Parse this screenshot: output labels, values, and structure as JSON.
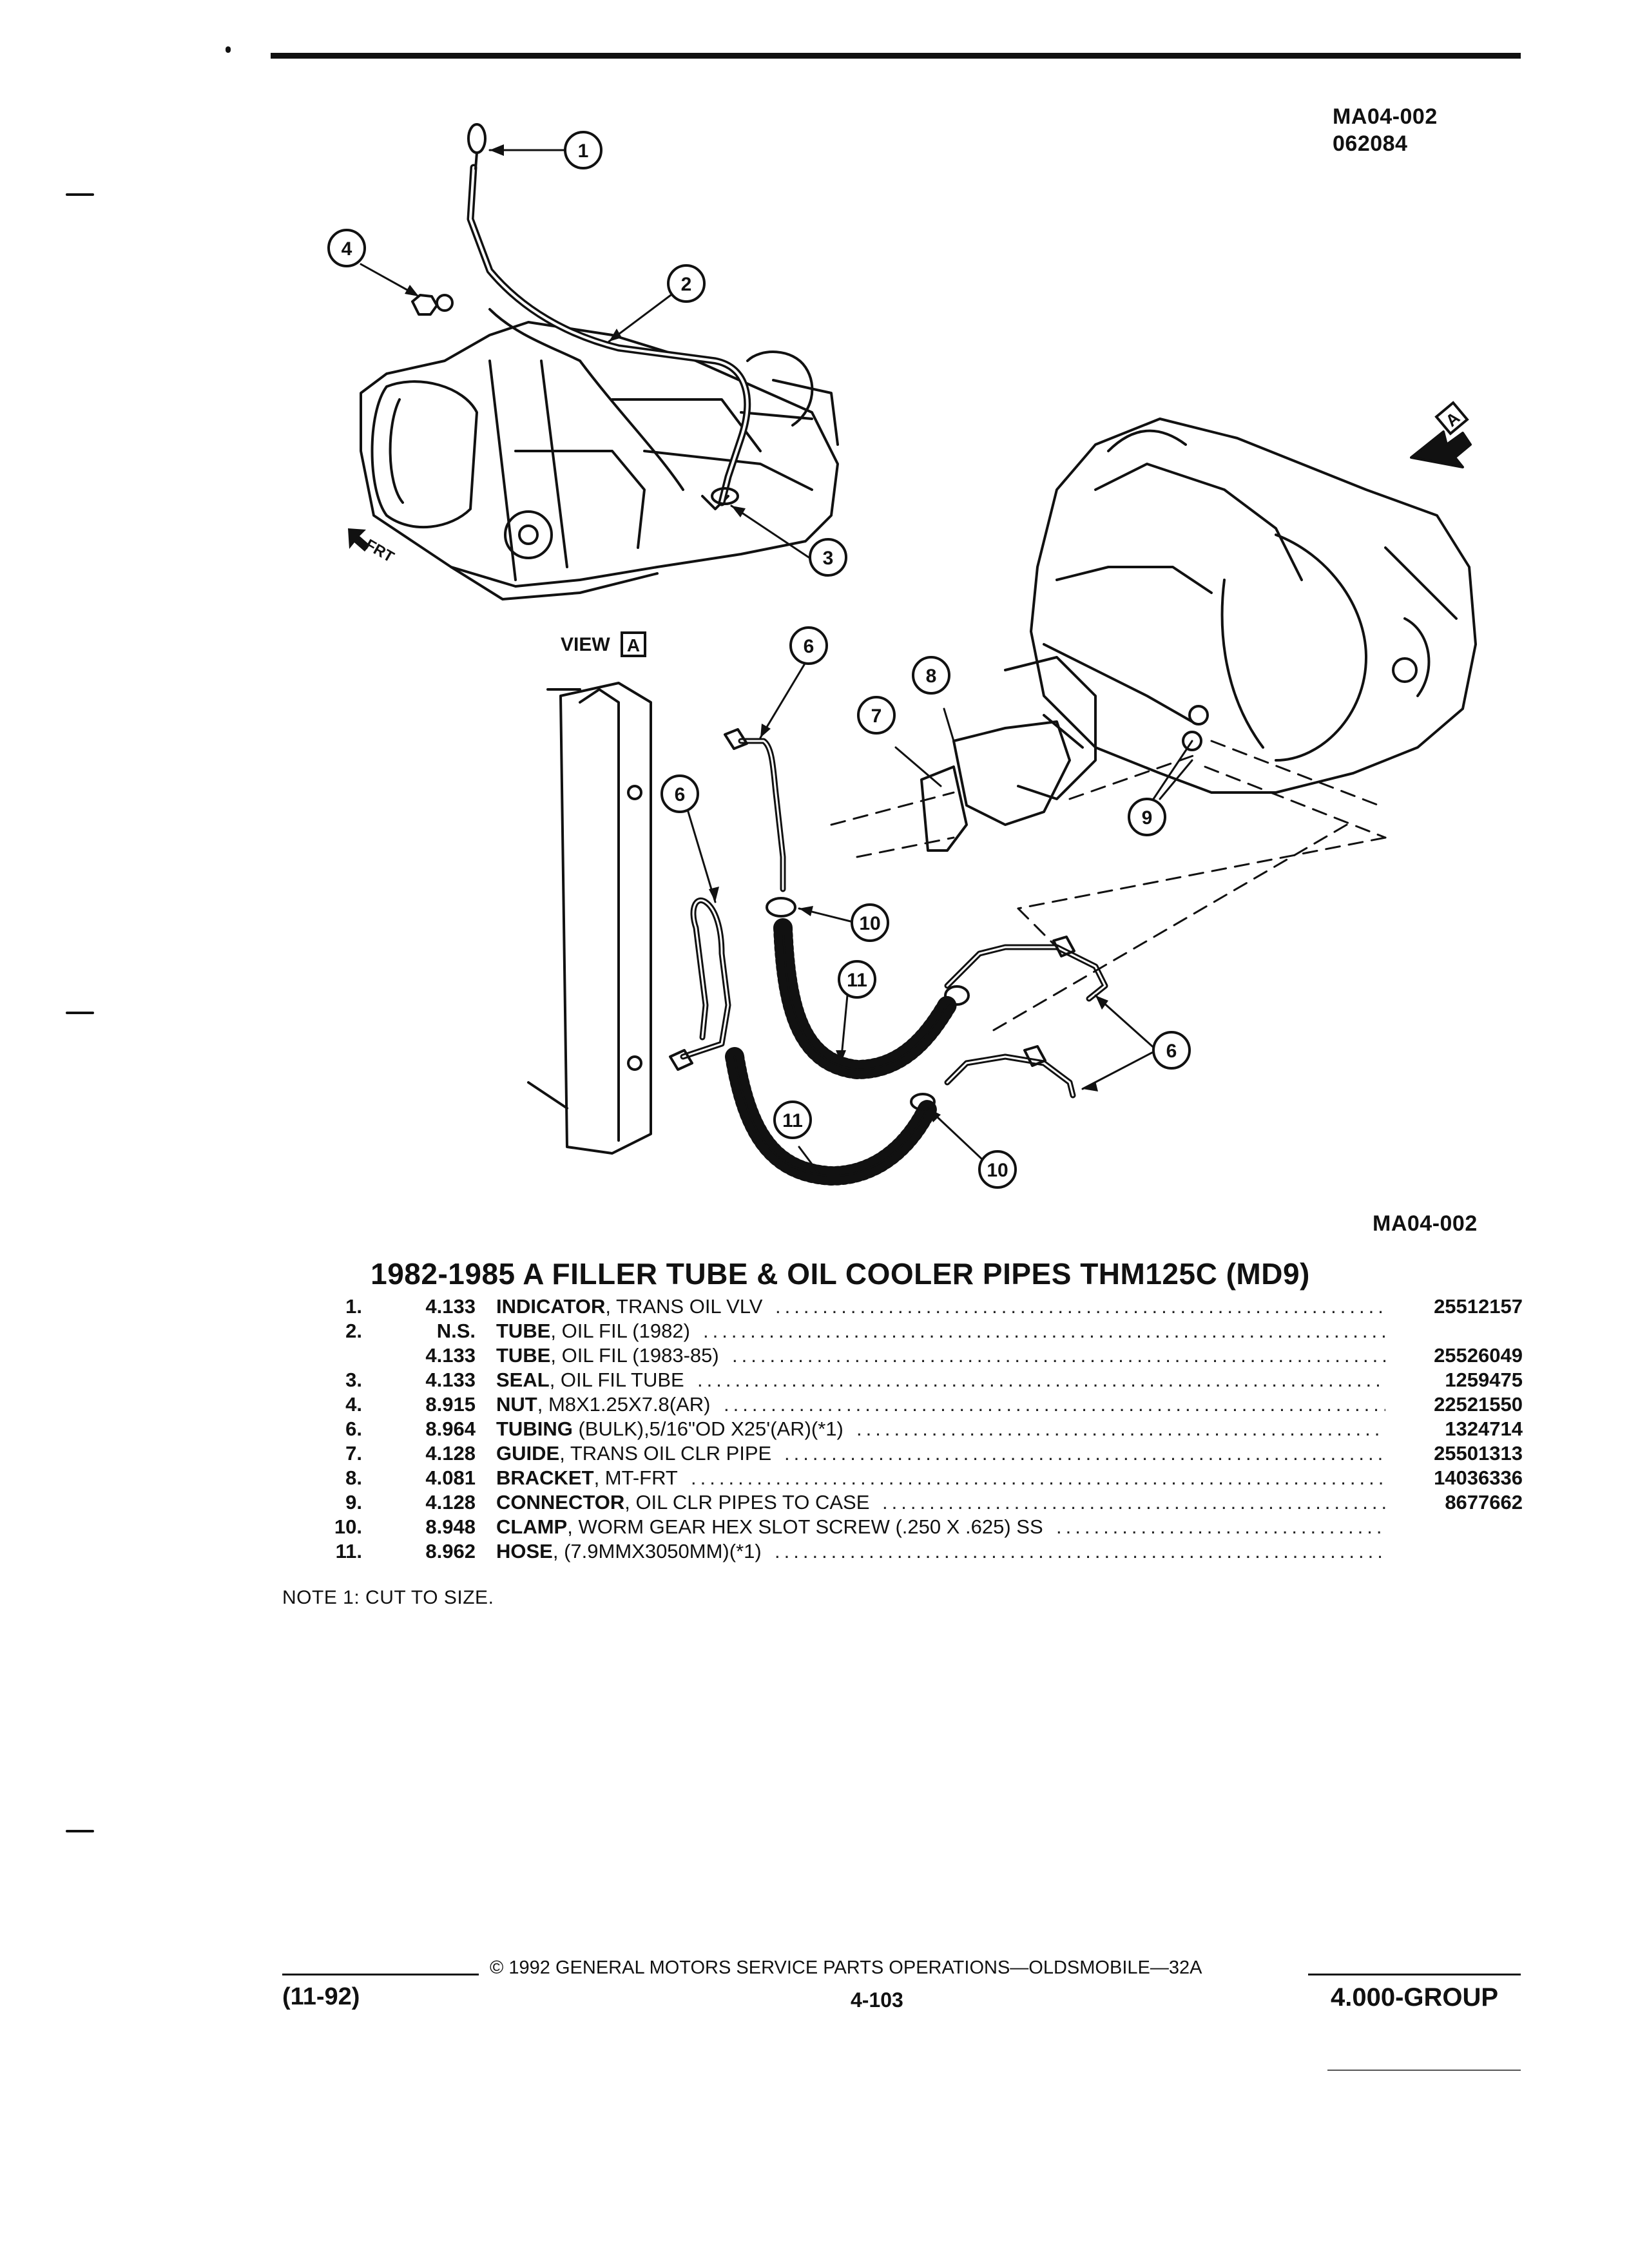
{
  "header": {
    "ref_code": "MA04-002",
    "date_code": "062084"
  },
  "figure": {
    "view_label": "VIEW",
    "view_letter": "A",
    "frt_label": "FRT",
    "view_arrow_letter": "A",
    "callouts": [
      "1",
      "2",
      "3",
      "4",
      "6",
      "7",
      "8",
      "9",
      "10",
      "11"
    ],
    "figure_code": "MA04-002"
  },
  "parts_section": {
    "title": "1982-1985 A FILLER TUBE & OIL COOLER PIPES THM125C (MD9)",
    "items": [
      {
        "num": "1.",
        "group": "4.133",
        "name": "INDICATOR",
        "desc": ", TRANS OIL VLV",
        "part_no": "25512157"
      },
      {
        "num": "2.",
        "group": "N.S.",
        "name": "TUBE",
        "desc": ", OIL FIL (1982)",
        "part_no": ""
      },
      {
        "num": "",
        "group": "4.133",
        "name": "TUBE",
        "desc": ", OIL FIL (1983-85)",
        "part_no": "25526049"
      },
      {
        "num": "3.",
        "group": "4.133",
        "name": "SEAL",
        "desc": ", OIL FIL TUBE",
        "part_no": "1259475"
      },
      {
        "num": "4.",
        "group": "8.915",
        "name": "NUT",
        "desc": ", M8X1.25X7.8(AR)",
        "part_no": "22521550"
      },
      {
        "num": "6.",
        "group": "8.964",
        "name": "TUBING",
        "desc": " (BULK),5/16\"OD X25'(AR)(*1)",
        "part_no": "1324714"
      },
      {
        "num": "7.",
        "group": "4.128",
        "name": "GUIDE",
        "desc": ", TRANS OIL CLR PIPE",
        "part_no": "25501313"
      },
      {
        "num": "8.",
        "group": "4.081",
        "name": "BRACKET",
        "desc": ", MT-FRT",
        "part_no": "14036336"
      },
      {
        "num": "9.",
        "group": "4.128",
        "name": "CONNECTOR",
        "desc": ", OIL CLR PIPES TO CASE",
        "part_no": "8677662"
      },
      {
        "num": "10.",
        "group": "8.948",
        "name": "CLAMP",
        "desc": ", WORM GEAR HEX SLOT SCREW (.250 X .625) SS",
        "part_no": ""
      },
      {
        "num": "11.",
        "group": "8.962",
        "name": "HOSE",
        "desc": ", (7.9MMX3050MM)(*1)",
        "part_no": ""
      }
    ],
    "note": "NOTE  1:  CUT TO SIZE."
  },
  "footer": {
    "copyright": "© 1992 GENERAL MOTORS SERVICE PARTS OPERATIONS—OLDSMOBILE—32A",
    "revision": "(11-92)",
    "page": "4-103",
    "group": "4.000-GROUP"
  }
}
